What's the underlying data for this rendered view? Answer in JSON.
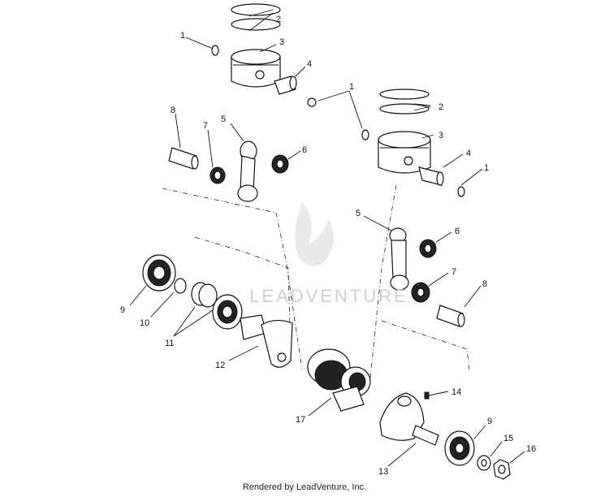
{
  "watermark": "LEADVENTURE",
  "footer": "Rendered by LeadVenture, Inc.",
  "callouts": [
    {
      "id": "c1a",
      "text": "1"
    },
    {
      "id": "c2a",
      "text": "2"
    },
    {
      "id": "c3a",
      "text": "3"
    },
    {
      "id": "c4a",
      "text": "4"
    },
    {
      "id": "c1b",
      "text": "1"
    },
    {
      "id": "c2b",
      "text": "2"
    },
    {
      "id": "c3b",
      "text": "3"
    },
    {
      "id": "c4b",
      "text": "4"
    },
    {
      "id": "c1c",
      "text": "1"
    },
    {
      "id": "c8a",
      "text": "8"
    },
    {
      "id": "c7a",
      "text": "7"
    },
    {
      "id": "c5a",
      "text": "5"
    },
    {
      "id": "c6a",
      "text": "6"
    },
    {
      "id": "c5b",
      "text": "5"
    },
    {
      "id": "c6b",
      "text": "6"
    },
    {
      "id": "c7b",
      "text": "7"
    },
    {
      "id": "c8b",
      "text": "8"
    },
    {
      "id": "c9a",
      "text": "9"
    },
    {
      "id": "c10",
      "text": "10"
    },
    {
      "id": "c11",
      "text": "11"
    },
    {
      "id": "c12",
      "text": "12"
    },
    {
      "id": "c17",
      "text": "17"
    },
    {
      "id": "c14",
      "text": "14"
    },
    {
      "id": "c9b",
      "text": "9"
    },
    {
      "id": "c15",
      "text": "15"
    },
    {
      "id": "c16",
      "text": "16"
    },
    {
      "id": "c13",
      "text": "13"
    }
  ]
}
